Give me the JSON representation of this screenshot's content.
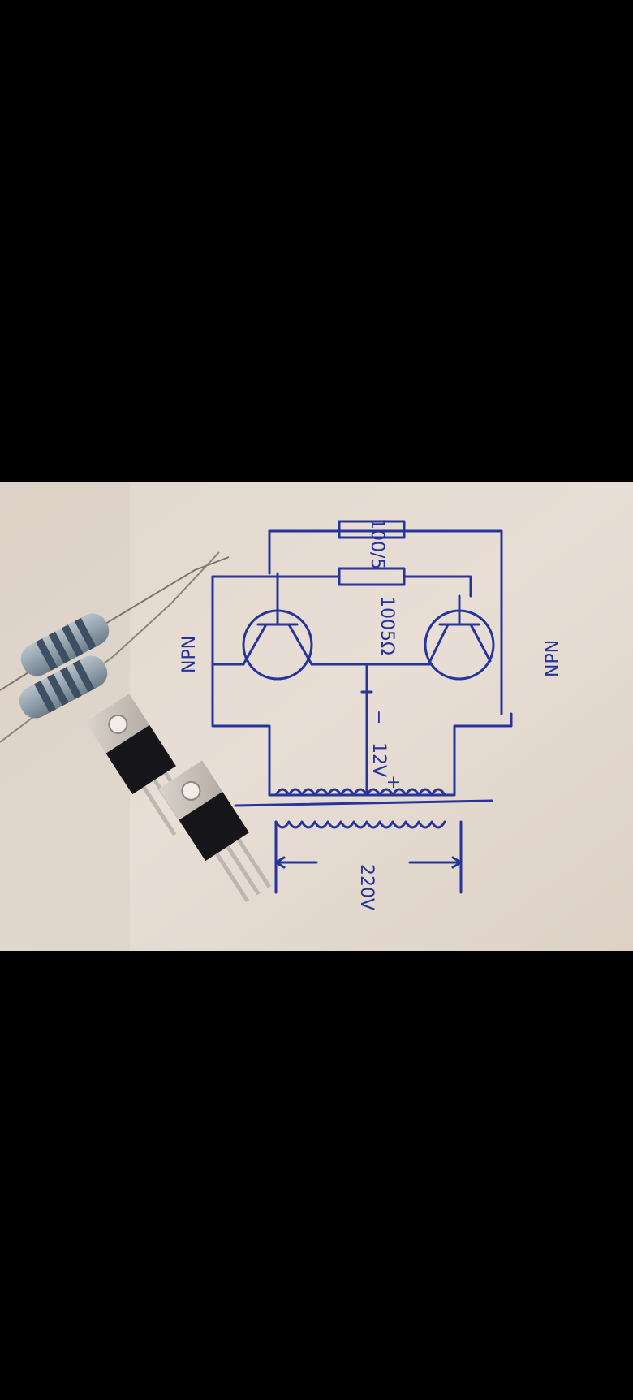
{
  "photo": {
    "subject": "hand-drawn inverter circuit schematic on paper with two transistors and two power resistors",
    "paper_color": "#e6dcd3",
    "ink_color": "#26349c",
    "labels": {
      "transistor_type_top": "NPN",
      "transistor_type_bottom": "NPN",
      "resistor_1": "100/5",
      "resistor_2": "1005Ω",
      "battery_voltage": "12V",
      "battery_plus": "+",
      "battery_minus": "−",
      "output_voltage": "220V"
    }
  }
}
